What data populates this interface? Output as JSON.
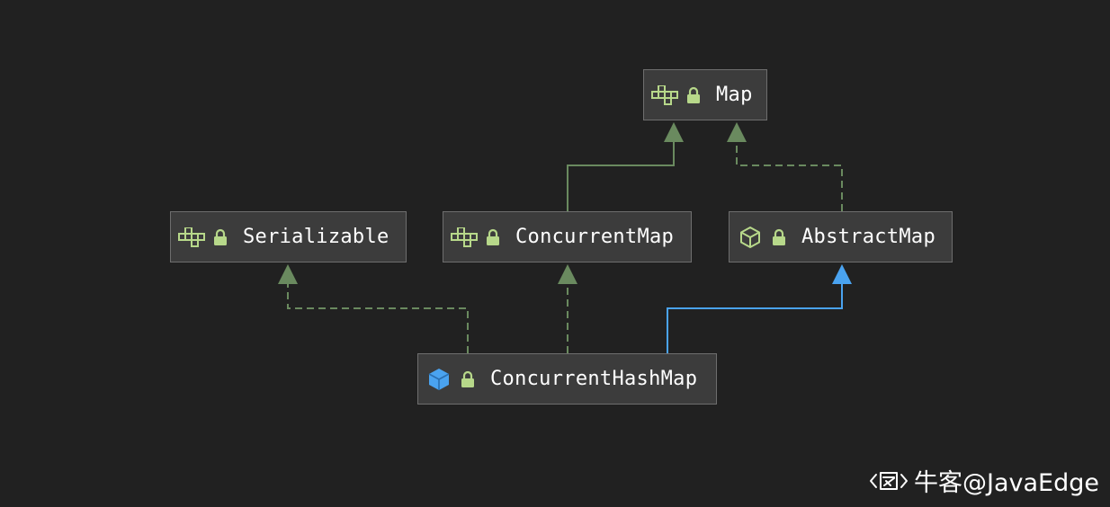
{
  "colors": {
    "background": "#212121",
    "node_fill": "#3c3c3c",
    "node_border": "#6e6e6e",
    "interface_edge": "#6a8a5f",
    "class_edge": "#4aa3f0",
    "icon_green": "#b7d88a",
    "icon_blue": "#4aa3f0"
  },
  "nodes": {
    "map": {
      "label": "Map",
      "icon": "interface-icon"
    },
    "serializable": {
      "label": "Serializable",
      "icon": "interface-icon"
    },
    "concurrent_map": {
      "label": "ConcurrentMap",
      "icon": "interface-icon"
    },
    "abstract_map": {
      "label": "AbstractMap",
      "icon": "abstract-class-icon"
    },
    "concurrent_hash_map": {
      "label": "ConcurrentHashMap",
      "icon": "class-icon"
    }
  },
  "edges": [
    {
      "from": "ConcurrentMap",
      "to": "Map",
      "relation": "extends",
      "style": "solid"
    },
    {
      "from": "AbstractMap",
      "to": "Map",
      "relation": "implements",
      "style": "dashed"
    },
    {
      "from": "ConcurrentHashMap",
      "to": "Serializable",
      "relation": "implements",
      "style": "dashed"
    },
    {
      "from": "ConcurrentHashMap",
      "to": "ConcurrentMap",
      "relation": "implements",
      "style": "dashed"
    },
    {
      "from": "ConcurrentHashMap",
      "to": "AbstractMap",
      "relation": "extends",
      "style": "solid"
    }
  ],
  "watermark": {
    "text": "牛客@JavaEdge",
    "icon": "nowcoder-logo-icon"
  }
}
